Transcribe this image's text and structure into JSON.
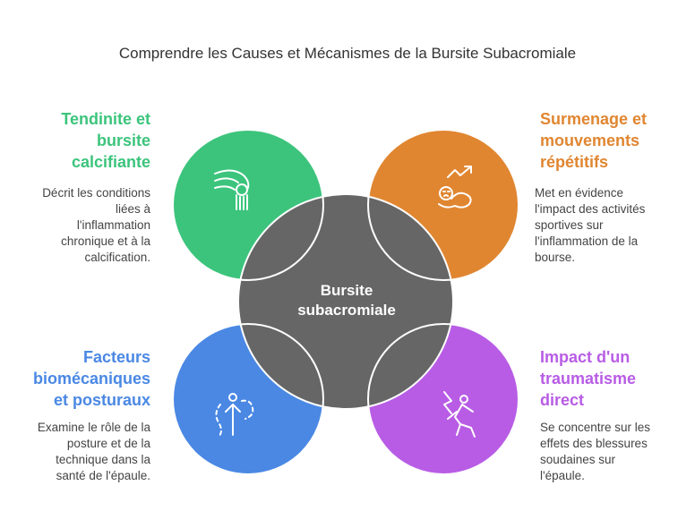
{
  "title": "Comprendre les Causes et Mécanismes de la Bursite Subacromiale",
  "center": {
    "line1": "Bursite",
    "line2": "subacromiale",
    "color": "#666666"
  },
  "quadrants": {
    "top_left": {
      "heading": [
        "Tendinite et",
        "bursite",
        "calcifiante"
      ],
      "desc": [
        "Décrit les conditions",
        "liées à",
        "l'inflammation",
        "chronique et à la",
        "calcification."
      ],
      "color": "#3cc47c",
      "icon": "knee-joint-icon"
    },
    "top_right": {
      "heading": [
        "Surmenage et",
        "mouvements",
        "répétitifs"
      ],
      "desc": [
        "Met en évidence",
        "l'impact des activités",
        "sportives sur",
        "l'inflammation de la",
        "bourse."
      ],
      "color": "#e08631",
      "icon": "fatigue-trend-icon"
    },
    "bottom_left": {
      "heading": [
        "Facteurs",
        "biomécaniques",
        "et posturaux"
      ],
      "desc": [
        "Examine le rôle de la",
        "posture et de la",
        "technique dans la",
        "santé de l'épaule."
      ],
      "color": "#4a88e4",
      "icon": "posture-icon"
    },
    "bottom_right": {
      "heading": [
        "Impact d'un",
        "traumatisme",
        "direct"
      ],
      "desc": [
        "Se concentre sur les",
        "effets des blessures",
        "soudaines sur",
        "l'épaule."
      ],
      "color": "#b85ce5",
      "icon": "falling-person-icon"
    }
  }
}
